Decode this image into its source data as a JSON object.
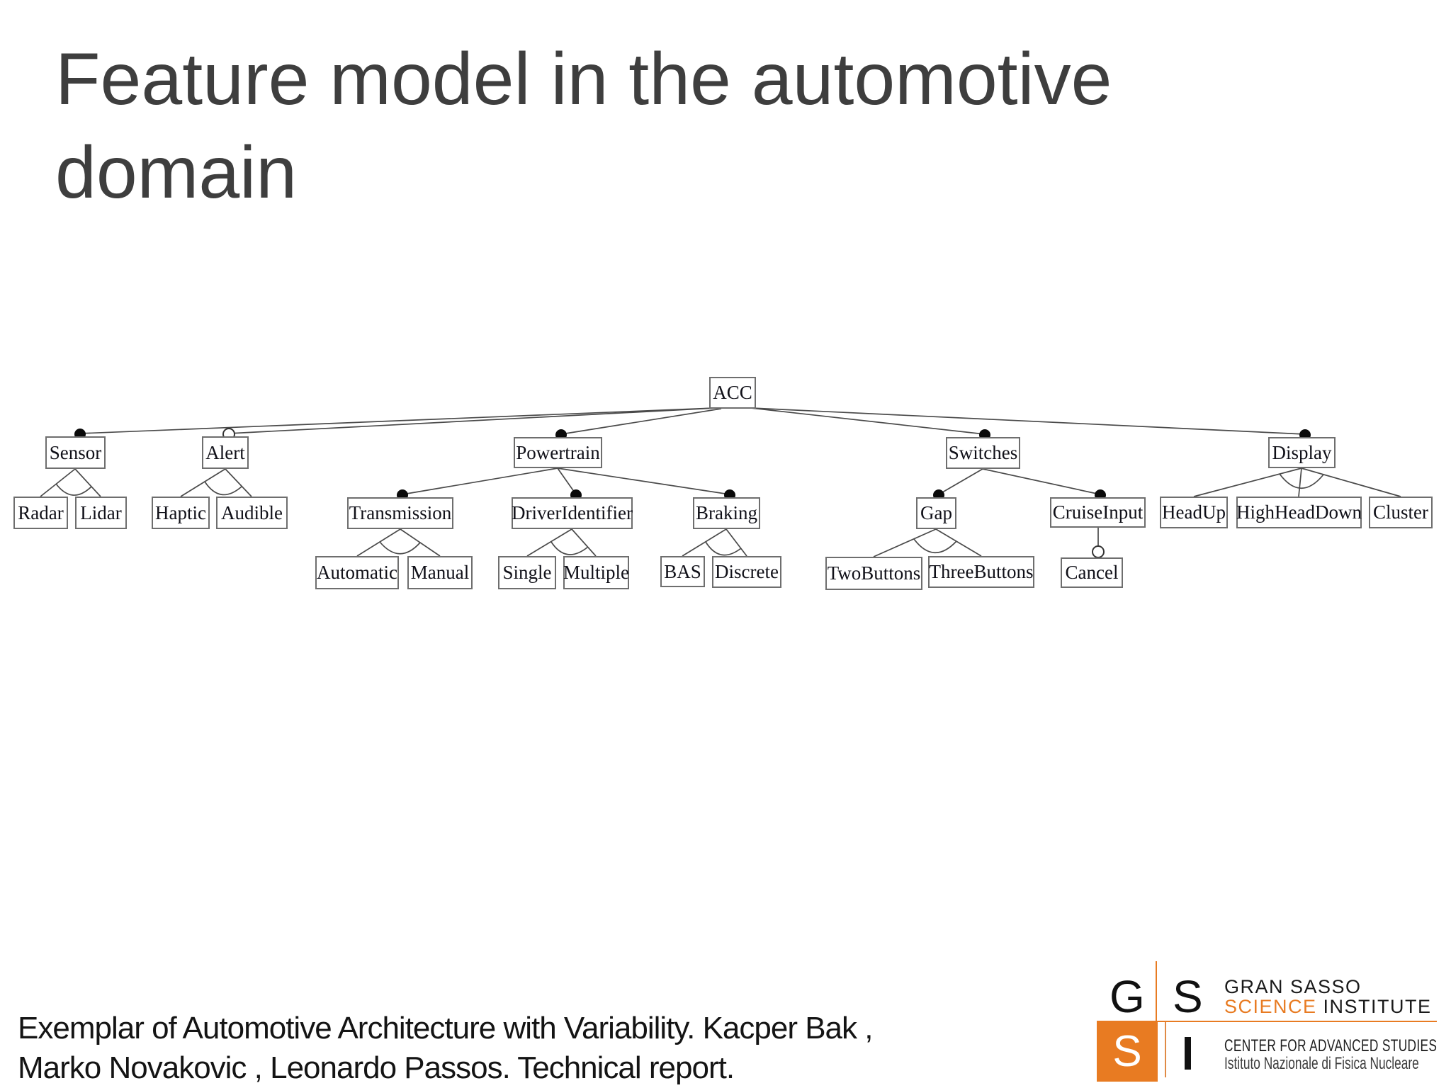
{
  "slide": {
    "title": "Feature model in the automotive domain",
    "citation": {
      "line1": "Exemplar of Automotive Architecture with Variability. Kacper Bak ,",
      "line2": "Marko Novakovic , Leonardo Passos. Technical report."
    }
  },
  "feature_model": {
    "type": "feature-diagram-tree",
    "notation": {
      "filled_circle": "mandatory feature",
      "open_circle": "optional feature",
      "arc": "alternative group"
    },
    "labels": {
      "acc": "ACC",
      "sensor": "Sensor",
      "alert": "Alert",
      "powertrain": "Powertrain",
      "switches": "Switches",
      "display": "Display",
      "radar": "Radar",
      "lidar": "Lidar",
      "haptic": "Haptic",
      "audible": "Audible",
      "transmission": "Transmission",
      "driver_identifier": "DriverIdentifier",
      "braking": "Braking",
      "gap": "Gap",
      "cruise_input": "CruiseInput",
      "head_up": "HeadUp",
      "high_head_down": "HighHeadDown",
      "cluster": "Cluster",
      "automatic": "Automatic",
      "manual": "Manual",
      "single": "Single",
      "multiple": "Multiple",
      "bas": "BAS",
      "discrete": "Discrete",
      "two_buttons": "TwoButtons",
      "three_buttons": "ThreeButtons",
      "cancel": "Cancel"
    },
    "tree": {
      "name": "ACC",
      "children": [
        {
          "name": "Sensor",
          "relation": "mandatory",
          "group_type": "alternative",
          "children": [
            {
              "name": "Radar"
            },
            {
              "name": "Lidar"
            }
          ]
        },
        {
          "name": "Alert",
          "relation": "optional",
          "group_type": "alternative",
          "children": [
            {
              "name": "Haptic"
            },
            {
              "name": "Audible"
            }
          ]
        },
        {
          "name": "Powertrain",
          "relation": "mandatory",
          "children": [
            {
              "name": "Transmission",
              "relation": "mandatory",
              "group_type": "alternative",
              "children": [
                {
                  "name": "Automatic"
                },
                {
                  "name": "Manual"
                }
              ]
            },
            {
              "name": "DriverIdentifier",
              "relation": "mandatory",
              "group_type": "alternative",
              "children": [
                {
                  "name": "Single"
                },
                {
                  "name": "Multiple"
                }
              ]
            },
            {
              "name": "Braking",
              "relation": "mandatory",
              "group_type": "alternative",
              "children": [
                {
                  "name": "BAS"
                },
                {
                  "name": "Discrete"
                }
              ]
            }
          ]
        },
        {
          "name": "Switches",
          "relation": "mandatory",
          "children": [
            {
              "name": "Gap",
              "relation": "mandatory",
              "group_type": "alternative",
              "children": [
                {
                  "name": "TwoButtons"
                },
                {
                  "name": "ThreeButtons"
                }
              ]
            },
            {
              "name": "CruiseInput",
              "relation": "mandatory",
              "children": [
                {
                  "name": "Cancel",
                  "relation": "optional"
                }
              ]
            }
          ]
        },
        {
          "name": "Display",
          "relation": "mandatory",
          "group_type": "alternative",
          "children": [
            {
              "name": "HeadUp"
            },
            {
              "name": "HighHeadDown"
            },
            {
              "name": "Cluster"
            }
          ]
        }
      ]
    }
  },
  "logo": {
    "grid_letters": {
      "top_left": "G",
      "top_right": "S",
      "bottom_left": "S",
      "bottom_right": "I"
    },
    "name_line1": "GRAN SASSO",
    "name_line2_highlight": "SCIENCE",
    "name_line2_rest": "INSTITUTE",
    "sub_line1": "CENTER FOR ADVANCED STUDIES",
    "sub_line2": "Istituto Nazionale di Fisica Nucleare",
    "orange": "#E87B22"
  },
  "colors": {
    "background": "#ffffff",
    "title_text": "#3e3e3e",
    "box_border": "#6e6e6e",
    "edge": "#4a4a4a"
  }
}
